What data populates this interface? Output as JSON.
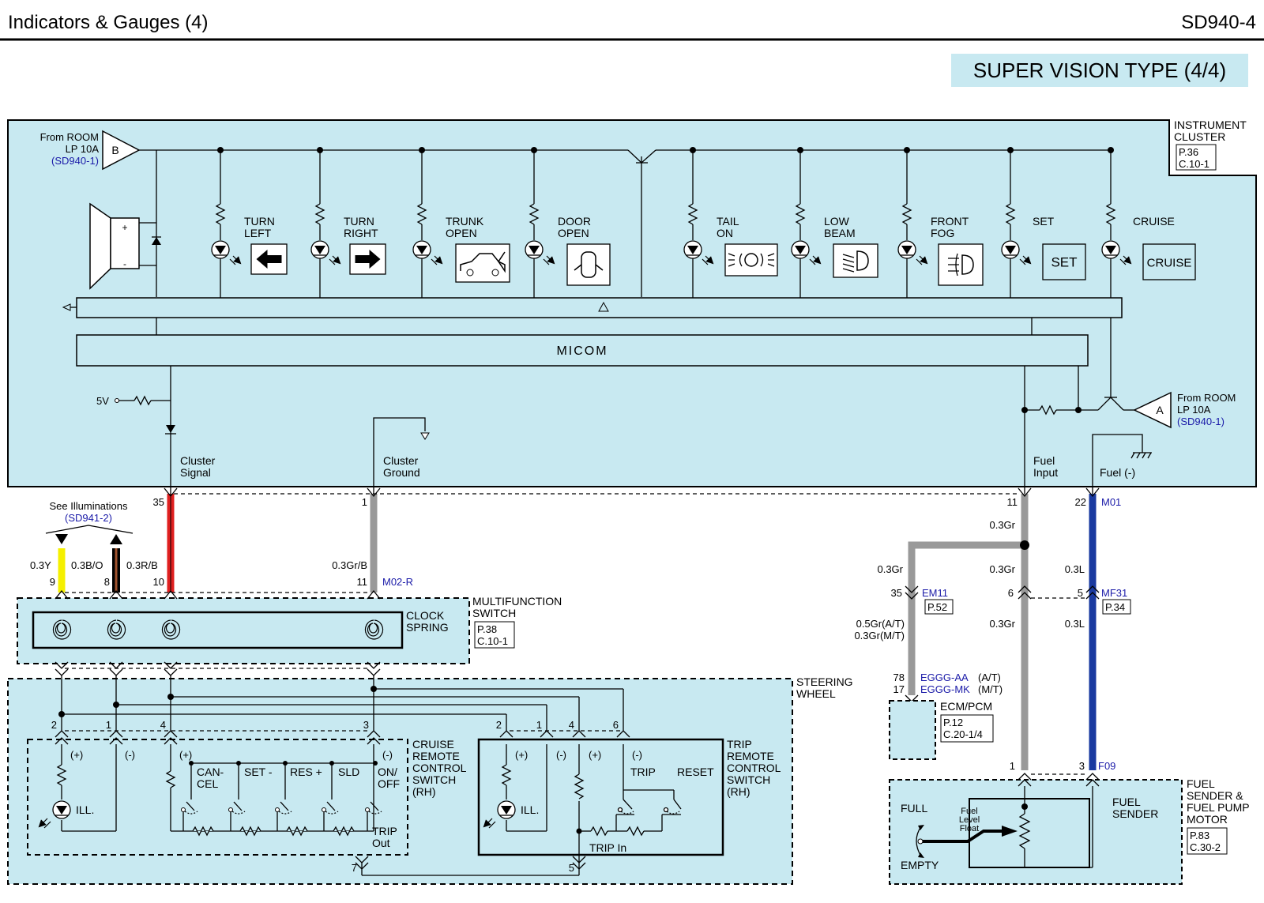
{
  "header": {
    "title": "Indicators & Gauges (4)",
    "code": "SD940-4"
  },
  "banner": "SUPER VISION TYPE (4/4)",
  "colors": {
    "panel": "#c8e9f1",
    "wire_red": "#e02020",
    "wire_gray": "#999999",
    "wire_blue": "#1a3aa0",
    "wire_yellow": "#f5f000",
    "wire_brown": "#6b3a10",
    "link": "#1a1aa8"
  },
  "cluster": {
    "name_l1": "INSTRUMENT",
    "name_l2": "CLUSTER",
    "ref_p": "P.36",
    "ref_c": "C.10-1",
    "micom": "MICOM",
    "from_room_b": {
      "l1": "From ROOM",
      "l2": "LP 10A",
      "l3": "(SD940-1)",
      "tag": "B"
    },
    "from_room_a": {
      "l1": "From ROOM",
      "l2": "LP 10A",
      "l3": "(SD940-1)",
      "tag": "A"
    },
    "v5": "5V",
    "pin_cluster_signal_l1": "Cluster",
    "pin_cluster_signal_l2": "Signal",
    "pin_cluster_ground_l1": "Cluster",
    "pin_cluster_ground_l2": "Ground",
    "pin_fuel_input_l1": "Fuel",
    "pin_fuel_input_l2": "Input",
    "pin_fuel_neg": "Fuel (-)"
  },
  "indicators": [
    {
      "l1": "TURN",
      "l2": "LEFT",
      "icon": "arrow-left-icon"
    },
    {
      "l1": "TURN",
      "l2": "RIGHT",
      "icon": "arrow-right-icon"
    },
    {
      "l1": "TRUNK",
      "l2": "OPEN",
      "icon": "trunk-open-icon"
    },
    {
      "l1": "DOOR",
      "l2": "OPEN",
      "icon": "door-open-icon"
    },
    {
      "l1": "TAIL",
      "l2": "ON",
      "icon": "tail-lamp-icon"
    },
    {
      "l1": "LOW",
      "l2": "BEAM",
      "icon": "low-beam-icon"
    },
    {
      "l1": "FRONT",
      "l2": "FOG",
      "icon": "front-fog-icon"
    },
    {
      "l1": "SET",
      "l2": "",
      "icon": "set-text-icon",
      "text": "SET"
    },
    {
      "l1": "CRUISE",
      "l2": "",
      "icon": "cruise-text-icon",
      "text": "CRUISE"
    }
  ],
  "connectors": {
    "pin35": "35",
    "pin1": "1",
    "pin11": "11",
    "pin22": "22",
    "m01": "M01",
    "see_illum": "See Illuminations",
    "see_illum_ref": "(SD941-2)",
    "w_03y": "0.3Y",
    "w_03bo": "0.3B/O",
    "w_03rb": "0.3R/B",
    "w_03grb": "0.3Gr/B",
    "p9": "9",
    "p8": "8",
    "p10": "10",
    "p11b": "11",
    "m02r": "M02-R",
    "w_03gr_a": "0.3Gr",
    "w_03gr_b": "0.3Gr",
    "w_03gr_c": "0.3Gr",
    "w_03gr_d": "0.3Gr",
    "p35b": "35",
    "em11": "EM11",
    "em11_ref": "P.52",
    "p6": "6",
    "p5": "5",
    "mf31": "MF31",
    "mf31_ref": "P.34",
    "w_03l_a": "0.3L",
    "w_03l_b": "0.3L",
    "w_05gr_at": "0.5Gr(A/T)",
    "w_03gr_mt": "0.3Gr(M/T)",
    "p78": "78",
    "p17": "17",
    "eggg_aa": "EGGG-AA",
    "eggg_aa_s": "(A/T)",
    "eggg_mk": "EGGG-MK",
    "eggg_mk_s": "(M/T)",
    "ecm": "ECM/PCM",
    "ecm_p": "P.12",
    "ecm_c": "C.20-1/4",
    "p1f": "1",
    "p3f": "3",
    "f09": "F09"
  },
  "multifunction": {
    "l1": "MULTIFUNCTION",
    "l2": "SWITCH",
    "clock_l1": "CLOCK",
    "clock_l2": "SPRING",
    "ref_p": "P.38",
    "ref_c": "C.10-1"
  },
  "steering": {
    "l1": "STEERING",
    "l2": "WHEEL",
    "p2": "2",
    "p1": "1",
    "p4": "4",
    "p3": "3",
    "p2r": "2",
    "p1r": "1",
    "p4r": "4",
    "p6r": "6",
    "p7": "7",
    "p5b": "5"
  },
  "cruise_switch": {
    "l1": "CRUISE",
    "l2": "REMOTE",
    "l3": "CONTROL",
    "l4": "SWITCH",
    "l5": "(RH)",
    "plus": "(+)",
    "minus": "(-)",
    "plus2": "(+)",
    "minus2": "(-)",
    "ill": "ILL.",
    "cancel_l1": "CAN-",
    "cancel_l2": "CEL",
    "set": "SET -",
    "res": "RES +",
    "sld": "SLD",
    "onoff_l1": "ON/",
    "onoff_l2": "OFF",
    "trip_out_l1": "TRIP",
    "trip_out_l2": "Out"
  },
  "trip_switch": {
    "l1": "TRIP",
    "l2": "REMOTE",
    "l3": "CONTROL",
    "l4": "SWITCH",
    "l5": "(RH)",
    "plus": "(+)",
    "minus": "(-)",
    "plus2": "(+)",
    "minus2": "(-)",
    "ill": "ILL.",
    "trip": "TRIP",
    "reset": "RESET",
    "trip_in": "TRIP In"
  },
  "fuel_sender": {
    "l1": "FUEL",
    "l2": "SENDER &",
    "l3": "FUEL PUMP",
    "l4": "MOTOR",
    "ref_p": "P.83",
    "ref_c": "C.30-2",
    "sender_l1": "FUEL",
    "sender_l2": "SENDER",
    "full": "FULL",
    "empty": "EMPTY",
    "float_l1": "Fuel",
    "float_l2": "Level",
    "float_l3": "Float"
  }
}
